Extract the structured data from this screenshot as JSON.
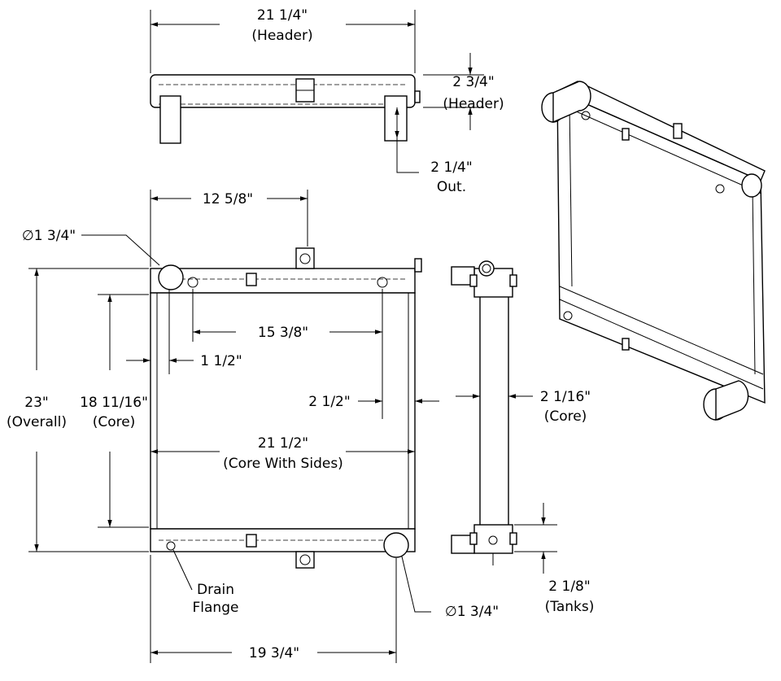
{
  "top_view": {
    "width_value": "21 1/4\"",
    "width_note": "(Header)",
    "height_value": "2 3/4\"",
    "height_note": "(Header)",
    "outlet_value": "2 1/4\"",
    "outlet_note": "Out."
  },
  "front_view": {
    "offset_top": "12 5/8\"",
    "inlet_diameter": "∅1 3/4\"",
    "hole_spacing": "15 3/8\"",
    "side_offset": "1 1/2\"",
    "right_offset": "2 1/2\"",
    "overall_height_value": "23\"",
    "overall_height_note": "(Overall)",
    "core_height_value": "18 11/16\"",
    "core_height_note": "(Core)",
    "core_width_value": "21 1/2\"",
    "core_width_note": "(Core With Sides)",
    "drain_label_1": "Drain",
    "drain_label_2": "Flange",
    "outlet_diameter": "∅1 3/4\"",
    "bottom_width": "19 3/4\""
  },
  "side_view": {
    "core_depth_value": "2 1/16\"",
    "core_depth_note": "(Core)",
    "tank_value": "2 1/8\"",
    "tank_note": "(Tanks)"
  }
}
